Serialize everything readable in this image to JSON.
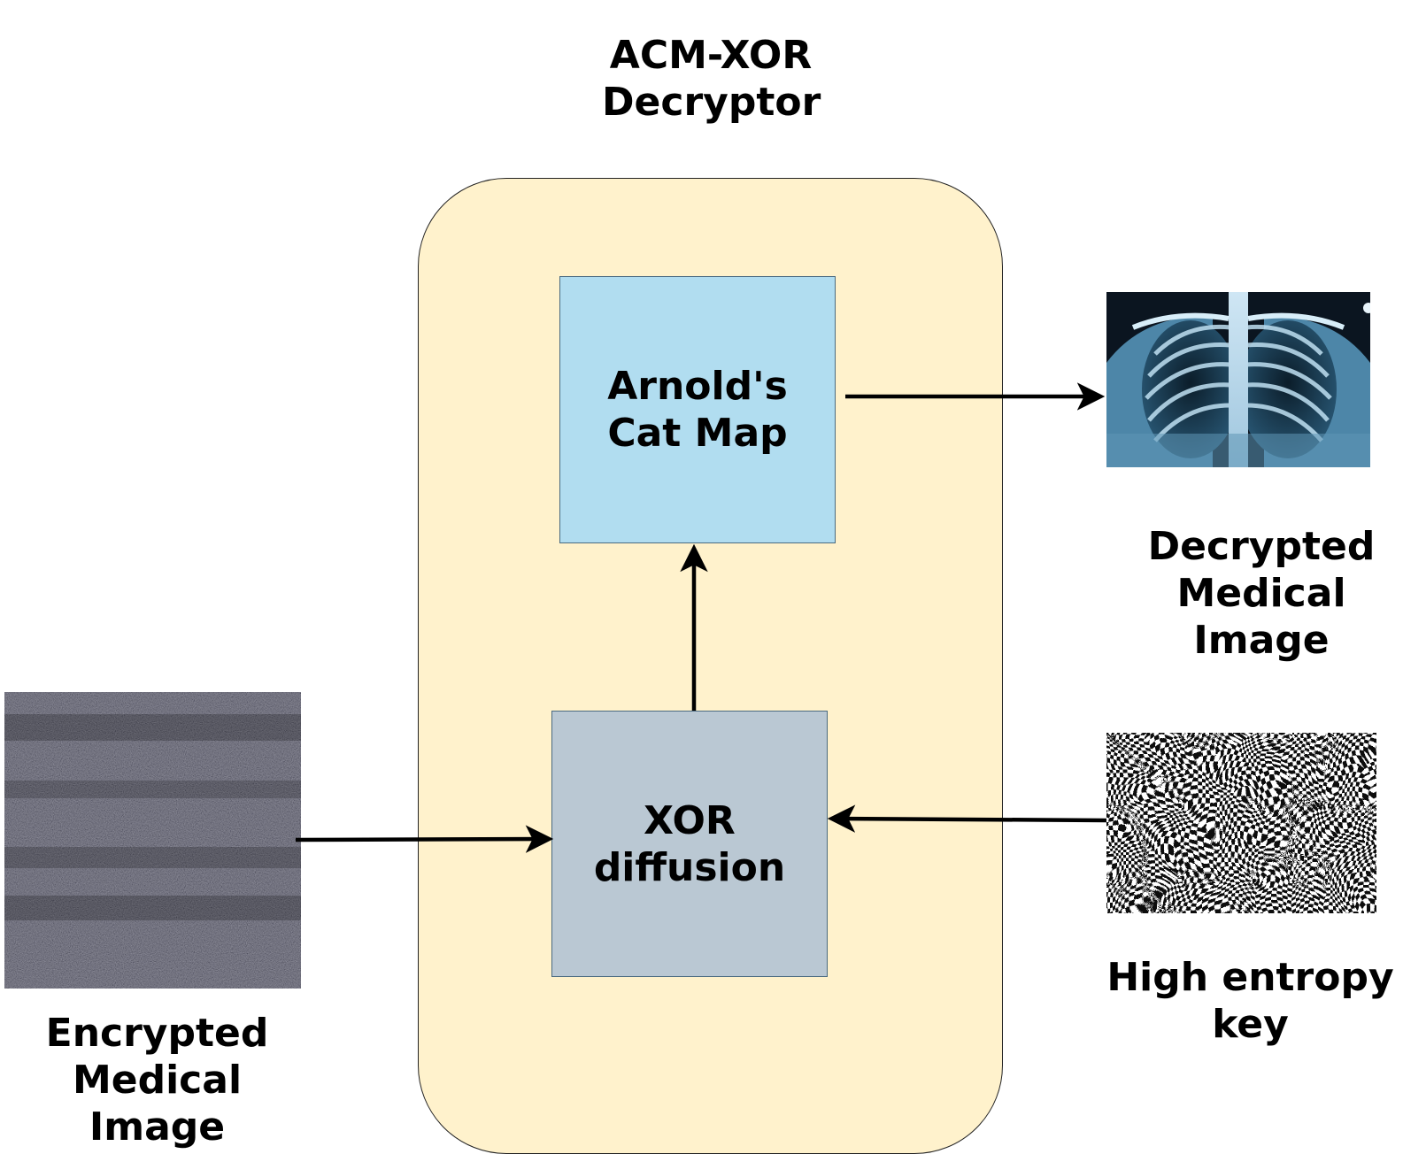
{
  "diagram": {
    "title": [
      "ACM-XOR",
      "Decryptor"
    ],
    "blocks": {
      "acm": [
        "Arnold's",
        "Cat Map"
      ],
      "xor": [
        "XOR",
        "diffusion"
      ]
    },
    "inputs": {
      "encrypted": [
        "Encrypted",
        "Medical",
        "Image"
      ],
      "key": [
        "High entropy",
        "key"
      ]
    },
    "outputs": {
      "decrypted": [
        "Decrypted",
        "Medical",
        "Image"
      ]
    }
  },
  "colors": {
    "container_fill": "#fff2cc",
    "acm_fill": "#b1ddf0",
    "xor_fill": "#bac8d3",
    "arrow": "#000000"
  },
  "icons": {
    "encrypted_image": "noise-image-icon",
    "decrypted_image": "chest-xray-icon",
    "key_image": "checkerboard-pattern-icon"
  }
}
